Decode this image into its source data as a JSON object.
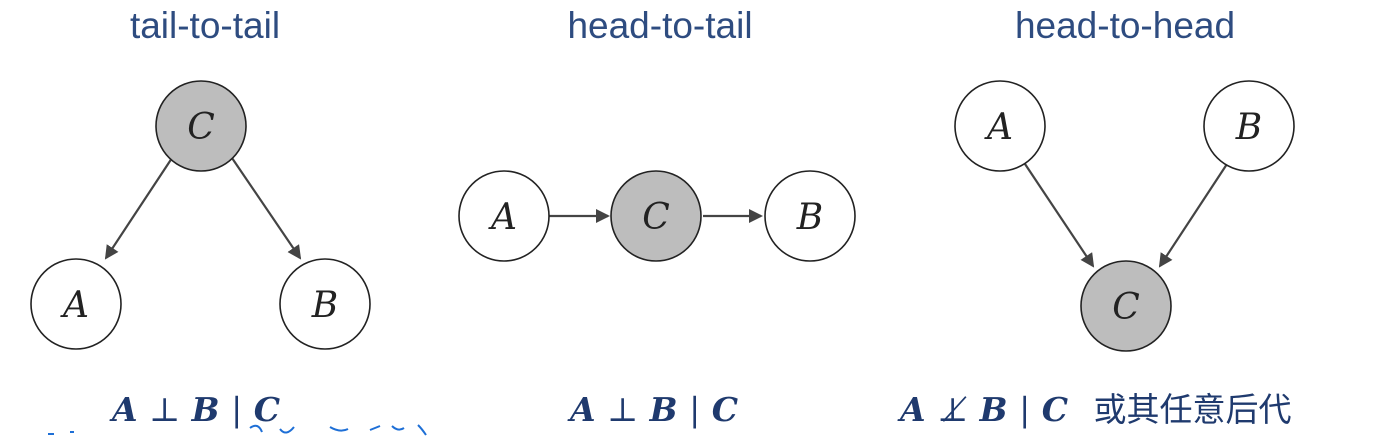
{
  "panels": [
    {
      "title": "tail-to-tail",
      "nodes": {
        "C": "C",
        "A": "A",
        "B": "B"
      },
      "formula": {
        "left": "A",
        "rel": "⊥",
        "right": "B",
        "bar": "|",
        "cond": "C",
        "suffix": ""
      }
    },
    {
      "title": "head-to-tail",
      "nodes": {
        "A": "A",
        "C": "C",
        "B": "B"
      },
      "formula": {
        "left": "A",
        "rel": "⊥",
        "right": "B",
        "bar": "|",
        "cond": "C",
        "suffix": ""
      }
    },
    {
      "title": "head-to-head",
      "nodes": {
        "A": "A",
        "B": "B",
        "C": "C"
      },
      "formula": {
        "left": "A",
        "rel": "⊥̸",
        "right": "B",
        "bar": "|",
        "cond": "C",
        "suffix": "或其任意后代"
      }
    }
  ],
  "colors": {
    "observed_fill": "#bdbdbd",
    "unobserved_fill": "#ffffff",
    "title_color": "#2e4c80",
    "formula_color": "#1f3a6e"
  }
}
